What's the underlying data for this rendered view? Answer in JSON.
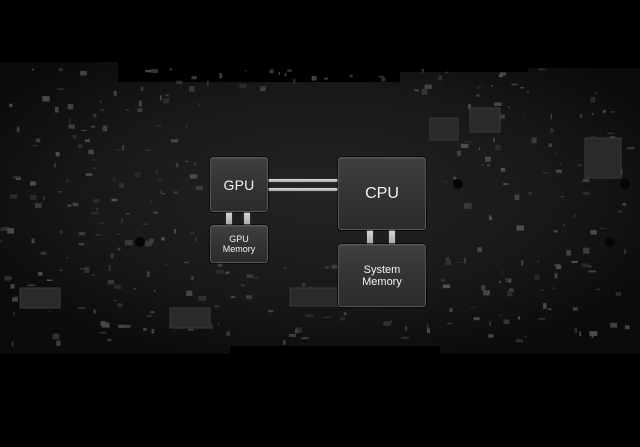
{
  "diagram": {
    "chips": {
      "gpu": {
        "label": "GPU"
      },
      "gpu_memory": {
        "label_line1": "GPU",
        "label_line2": "Memory"
      },
      "cpu": {
        "label": "CPU"
      },
      "system_memory": {
        "label_line1": "System",
        "label_line2": "Memory"
      }
    },
    "connections": [
      {
        "from": "GPU",
        "to": "CPU"
      },
      {
        "from": "GPU",
        "to": "GPU Memory"
      },
      {
        "from": "CPU",
        "to": "System Memory"
      }
    ]
  },
  "colors": {
    "background": "#000000",
    "board": "#1a1a1a",
    "chip_fill": "#363636",
    "chip_border": "#555555",
    "bus": "#c8c8c8",
    "label": "#f2f2f2"
  }
}
